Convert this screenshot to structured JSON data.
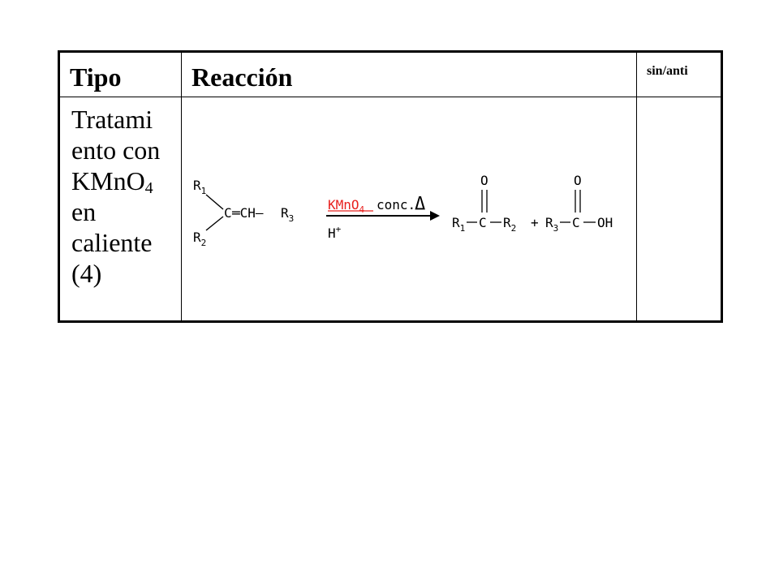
{
  "table": {
    "headers": {
      "type": "Tipo",
      "reaction": "Reacción",
      "stereo": "sin/anti"
    },
    "row": {
      "type_lines": [
        "Tratami",
        "ento con",
        "KMnO",
        "4",
        "en",
        "caliente",
        "(4)"
      ],
      "stereo": ""
    }
  },
  "scheme": {
    "reactant": {
      "r1": "R",
      "r1_sub": "1",
      "r2": "R",
      "r2_sub": "2",
      "c": "C",
      "bond": "═CH—",
      "r3": "R",
      "r3_sub": "3"
    },
    "reagent": {
      "formula": "KMnO",
      "formula_sub": "4",
      "extra": "conc.",
      "heat": "Δ",
      "acid": "H",
      "acid_sup": "+"
    },
    "product1": {
      "o": "O",
      "r1": "R",
      "r1_sub": "1",
      "c": "C",
      "r2": "R",
      "r2_sub": "2"
    },
    "plus": "+",
    "product2": {
      "o": "O",
      "r3": "R",
      "r3_sub": "3",
      "c": "C",
      "oh": "OH"
    },
    "colors": {
      "reagent": "#e8201e",
      "ink": "#000000"
    }
  }
}
